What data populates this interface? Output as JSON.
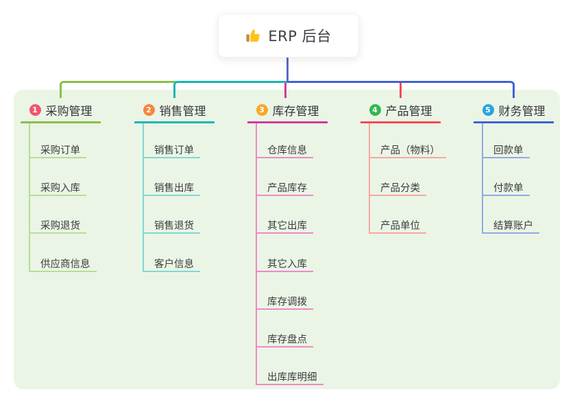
{
  "root": {
    "label": "ERP 后台",
    "icon": "thumbs-up-icon",
    "card_bg": "#ffffff",
    "text_color": "#3d3d46"
  },
  "connector": {
    "root_line_color": "#5c6bc2"
  },
  "panel": {
    "bg_color": "#eaf5e6"
  },
  "branches": [
    {
      "num": "1",
      "label": "采购管理",
      "badge_color": "#f2566e",
      "line_color": "#8abf46",
      "child_line_color": "#b9dc96",
      "children": [
        "采购订单",
        "采购入库",
        "采购退货",
        "供应商信息"
      ]
    },
    {
      "num": "2",
      "label": "销售管理",
      "badge_color": "#f6863b",
      "line_color": "#17b6b4",
      "child_line_color": "#7fd9d2",
      "children": [
        "销售订单",
        "销售出库",
        "销售退货",
        "客户信息"
      ]
    },
    {
      "num": "3",
      "label": "库存管理",
      "badge_color": "#f9a825",
      "line_color": "#d23a9e",
      "child_line_color": "#ef89c6",
      "children": [
        "仓库信息",
        "产品库存",
        "其它出库",
        "其它入库",
        "库存调拨",
        "库存盘点",
        "出库库明细"
      ]
    },
    {
      "num": "4",
      "label": "产品管理",
      "badge_color": "#30b850",
      "line_color": "#f74b51",
      "child_line_color": "#f9a6a2",
      "children": [
        "产品（物料）",
        "产品分类",
        "产品单位"
      ]
    },
    {
      "num": "5",
      "label": "财务管理",
      "badge_color": "#2ba3e0",
      "line_color": "#3e63d6",
      "child_line_color": "#92a9e2",
      "children": [
        "回款单",
        "付款单",
        "结算账户"
      ]
    }
  ]
}
